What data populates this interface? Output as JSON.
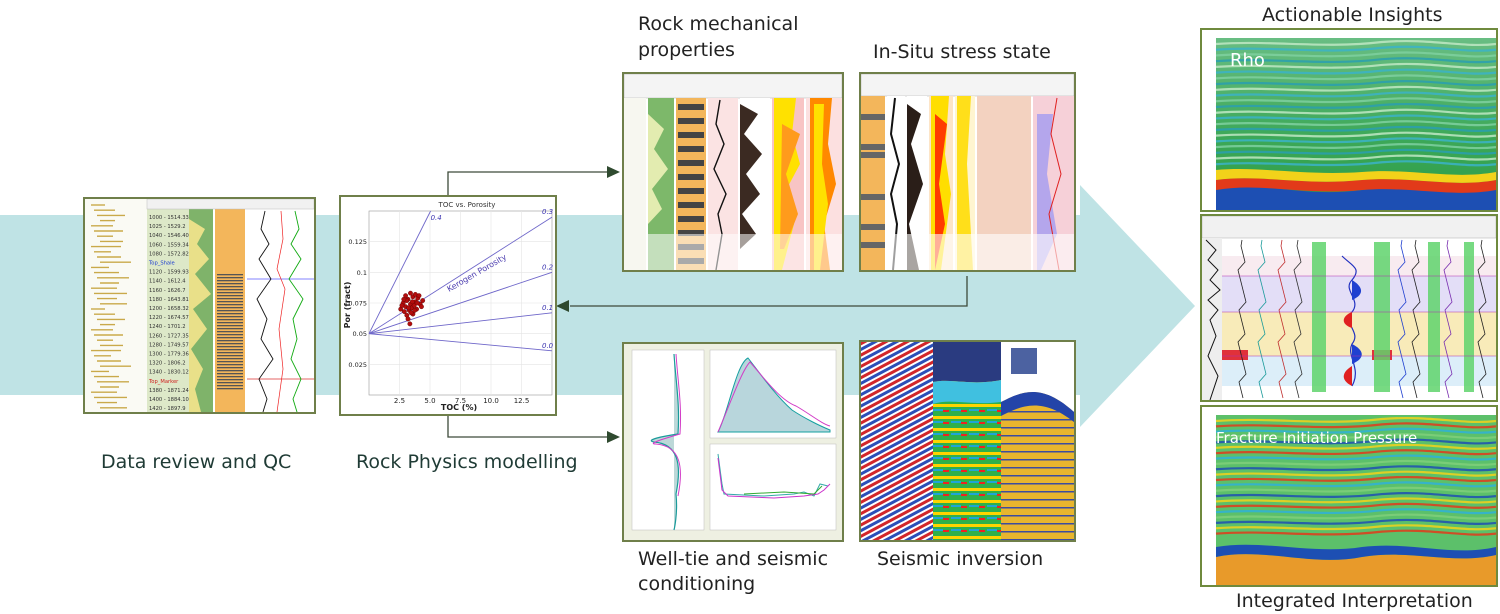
{
  "labels": {
    "data_review": "Data review and QC",
    "rock_physics": "Rock Physics modelling",
    "rock_mech_line1": "Rock mechanical",
    "rock_mech_line2": "properties",
    "insitu": "In-Situ stress state",
    "welltie_line1": "Well-tie and seismic",
    "welltie_line2": "conditioning",
    "inversion": "Seismic inversion",
    "actionable": "Actionable Insights",
    "integrated": "Integrated Interpretation"
  },
  "overlays": {
    "rho": "Rho",
    "fip": "Fracture Initiation Pressure"
  },
  "depth_log": {
    "rows": [
      "1000 - 1514.33",
      "1025 - 1529.2",
      "1040 - 1546.40",
      "1060 - 1559.34",
      "1080 - 1572.82",
      "Top_Shale",
      "1120 - 1599.93",
      "1140 - 1612.4",
      "1160 - 1626.7",
      "1180 - 1643.81",
      "1200 - 1658.32",
      "1220 - 1674.57",
      "1240 - 1701.2",
      "1260 - 1727.35",
      "1280 - 1749.57",
      "1300 - 1779.36",
      "1320 - 1806.2",
      "1340 - 1830.12",
      "Top_Marker",
      "1380 - 1871.24",
      "1400 - 1884.10",
      "1420 - 1897.9"
    ]
  },
  "chart_data": {
    "type": "scatter",
    "title": "TOC vs. Porosity",
    "xlabel": "TOC  (%)",
    "ylabel": "Por  (fract)",
    "xlim": [
      0,
      15
    ],
    "ylim": [
      0,
      0.15
    ],
    "x_ticks": [
      "2.5",
      "5.0",
      "7.5",
      "10.0",
      "12.5"
    ],
    "y_ticks": [
      "0.025",
      "0.05",
      "0.075",
      "0.1",
      "0.125"
    ],
    "fan_origin": [
      0,
      0.05
    ],
    "fan_lines": [
      {
        "label": "0.4",
        "end": [
          5.3,
          0.155
        ]
      },
      {
        "label": "0.3",
        "end": [
          15,
          0.145
        ]
      },
      {
        "label": "0.2",
        "end": [
          15,
          0.1
        ]
      },
      {
        "label": "0.1",
        "end": [
          15,
          0.067
        ]
      },
      {
        "label": "0.0",
        "end": [
          15,
          0.036
        ]
      }
    ],
    "annotation": "Kerogen Porosity",
    "points": [
      [
        2.6,
        0.07
      ],
      [
        2.8,
        0.075
      ],
      [
        3.0,
        0.072
      ],
      [
        3.2,
        0.078
      ],
      [
        3.4,
        0.074
      ],
      [
        3.6,
        0.08
      ],
      [
        3.8,
        0.076
      ],
      [
        4.0,
        0.079
      ],
      [
        2.9,
        0.068
      ],
      [
        3.1,
        0.065
      ],
      [
        3.3,
        0.069
      ],
      [
        3.5,
        0.071
      ],
      [
        3.7,
        0.073
      ],
      [
        3.9,
        0.07
      ],
      [
        4.2,
        0.074
      ],
      [
        4.4,
        0.077
      ],
      [
        3.0,
        0.081
      ],
      [
        3.4,
        0.083
      ],
      [
        3.8,
        0.082
      ],
      [
        4.1,
        0.081
      ],
      [
        2.7,
        0.073
      ],
      [
        3.2,
        0.062
      ],
      [
        3.6,
        0.066
      ],
      [
        3.35,
        0.058
      ],
      [
        3.1,
        0.077
      ],
      [
        3.55,
        0.076
      ],
      [
        3.95,
        0.075
      ],
      [
        3.25,
        0.071
      ],
      [
        3.45,
        0.067
      ],
      [
        3.75,
        0.069
      ],
      [
        4.3,
        0.072
      ],
      [
        2.85,
        0.078
      ]
    ]
  },
  "colors": {
    "arrow_band": "#bfe3e5",
    "label_text": "#1f3b35",
    "panel_border": "#6f8a3e",
    "fan_line": "#6e66c9",
    "scatter_point": "#b30d0d"
  }
}
